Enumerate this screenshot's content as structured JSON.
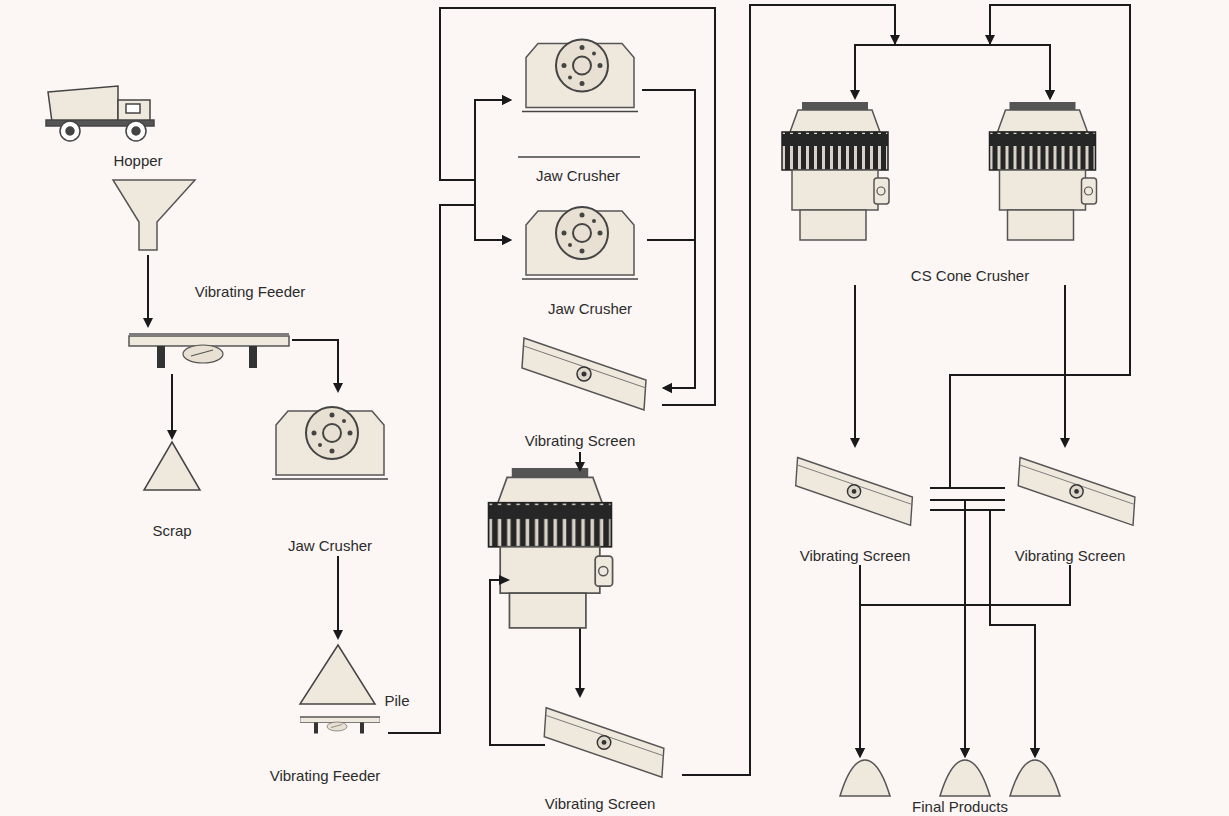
{
  "diagram": {
    "nodes": [
      {
        "text": [
          "Hopper"
        ]
      },
      {
        "text": [
          "Vibrating Feeder"
        ]
      },
      {
        "text": [
          "Scrap"
        ]
      },
      {
        "text": [
          "Jaw Crusher"
        ]
      },
      {
        "text": [
          "Pile"
        ]
      },
      {
        "text": [
          "Vibrating Feeder"
        ]
      },
      {
        "text": [
          "Jaw Crusher"
        ]
      },
      {
        "text": [
          "Jaw Crusher"
        ]
      },
      {
        "text": [
          "Vibrating Screen"
        ]
      },
      {
        "text": [
          "Vibrating Screen"
        ]
      },
      {
        "text": [
          "CS Cone Crusher"
        ]
      },
      {
        "text": [
          "Vibrating Screen"
        ]
      },
      {
        "text": [
          "Vibrating Screen"
        ]
      },
      {
        "text": [
          "Final Products"
        ]
      }
    ],
    "edges": [
      {
        "from": 0,
        "to": 1,
        "arrow": "to"
      },
      {
        "from": 1,
        "to": 2,
        "arrow": "to"
      },
      {
        "from": 1,
        "to": 3,
        "arrow": "to"
      },
      {
        "from": 3,
        "to": 4,
        "arrow": "to"
      },
      {
        "from": 5,
        "to": 6,
        "arrow": "to"
      },
      {
        "from": 5,
        "to": 7,
        "arrow": "to"
      },
      {
        "from": 8,
        "to": 6,
        "arrow": "to"
      },
      {
        "from": 8,
        "to": 7,
        "arrow": "to"
      },
      {
        "from": 6,
        "to": 8,
        "arrow": "to"
      },
      {
        "from": 7,
        "to": 8,
        "arrow": "to"
      },
      {
        "from": 8,
        "to": 9,
        "arrow": "to"
      },
      {
        "from": 9,
        "to": 10,
        "arrow": "to"
      },
      {
        "from": 11,
        "to": 10,
        "arrow": "to"
      },
      {
        "from": 12,
        "to": 10,
        "arrow": "to"
      },
      {
        "from": 10,
        "to": 11,
        "arrow": "to"
      },
      {
        "from": 10,
        "to": 12,
        "arrow": "to"
      },
      {
        "from": 11,
        "to": 13,
        "arrow": "to"
      },
      {
        "from": 12,
        "to": 13,
        "arrow": "to"
      },
      {
        "from": 11,
        "to": 13,
        "arrow": "to"
      },
      {
        "from": 12,
        "to": 13,
        "arrow": "to"
      },
      {
        "from": 11,
        "to": 13,
        "arrow": "to"
      },
      {
        "from": 12,
        "to": 13,
        "arrow": "to"
      }
    ]
  }
}
